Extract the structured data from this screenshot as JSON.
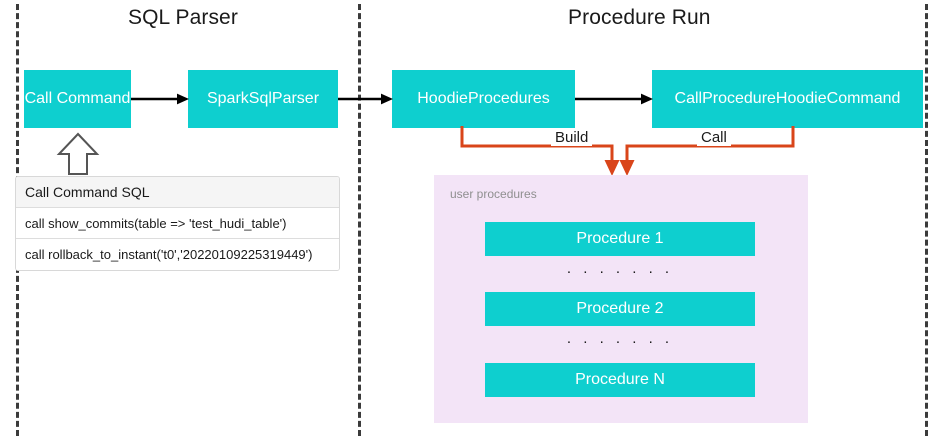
{
  "diagram": {
    "title_left": "SQL Parser",
    "title_right": "Procedure Run",
    "boxes": {
      "call_command": "Call Command",
      "spark_sql_parser": "SparkSqlParser",
      "hoodie_procedures": "HoodieProcedures",
      "call_procedure_hoodie_command": "CallProcedureHoodieCommand"
    },
    "edge_labels": {
      "build": "Build",
      "call": "Call"
    },
    "sql_table": {
      "header": "Call Command SQL",
      "rows": [
        "call show_commits(table => 'test_hudi_table')",
        "call rollback_to_instant('t0','20220109225319449')"
      ]
    },
    "user_procedures_panel": {
      "caption": "user procedures",
      "items": [
        "Procedure 1",
        "Procedure 2",
        "Procedure N"
      ],
      "separator": ". . . . . . ."
    },
    "colors": {
      "box_fill": "#0ecfcf",
      "box_text": "#ffffff",
      "panel_fill": "#f3e4f7",
      "connector_orange": "#d9451a",
      "arrow_black": "#000000",
      "divider_dash": "#3b3b3b",
      "caption_gray": "#8f8f8f"
    }
  }
}
